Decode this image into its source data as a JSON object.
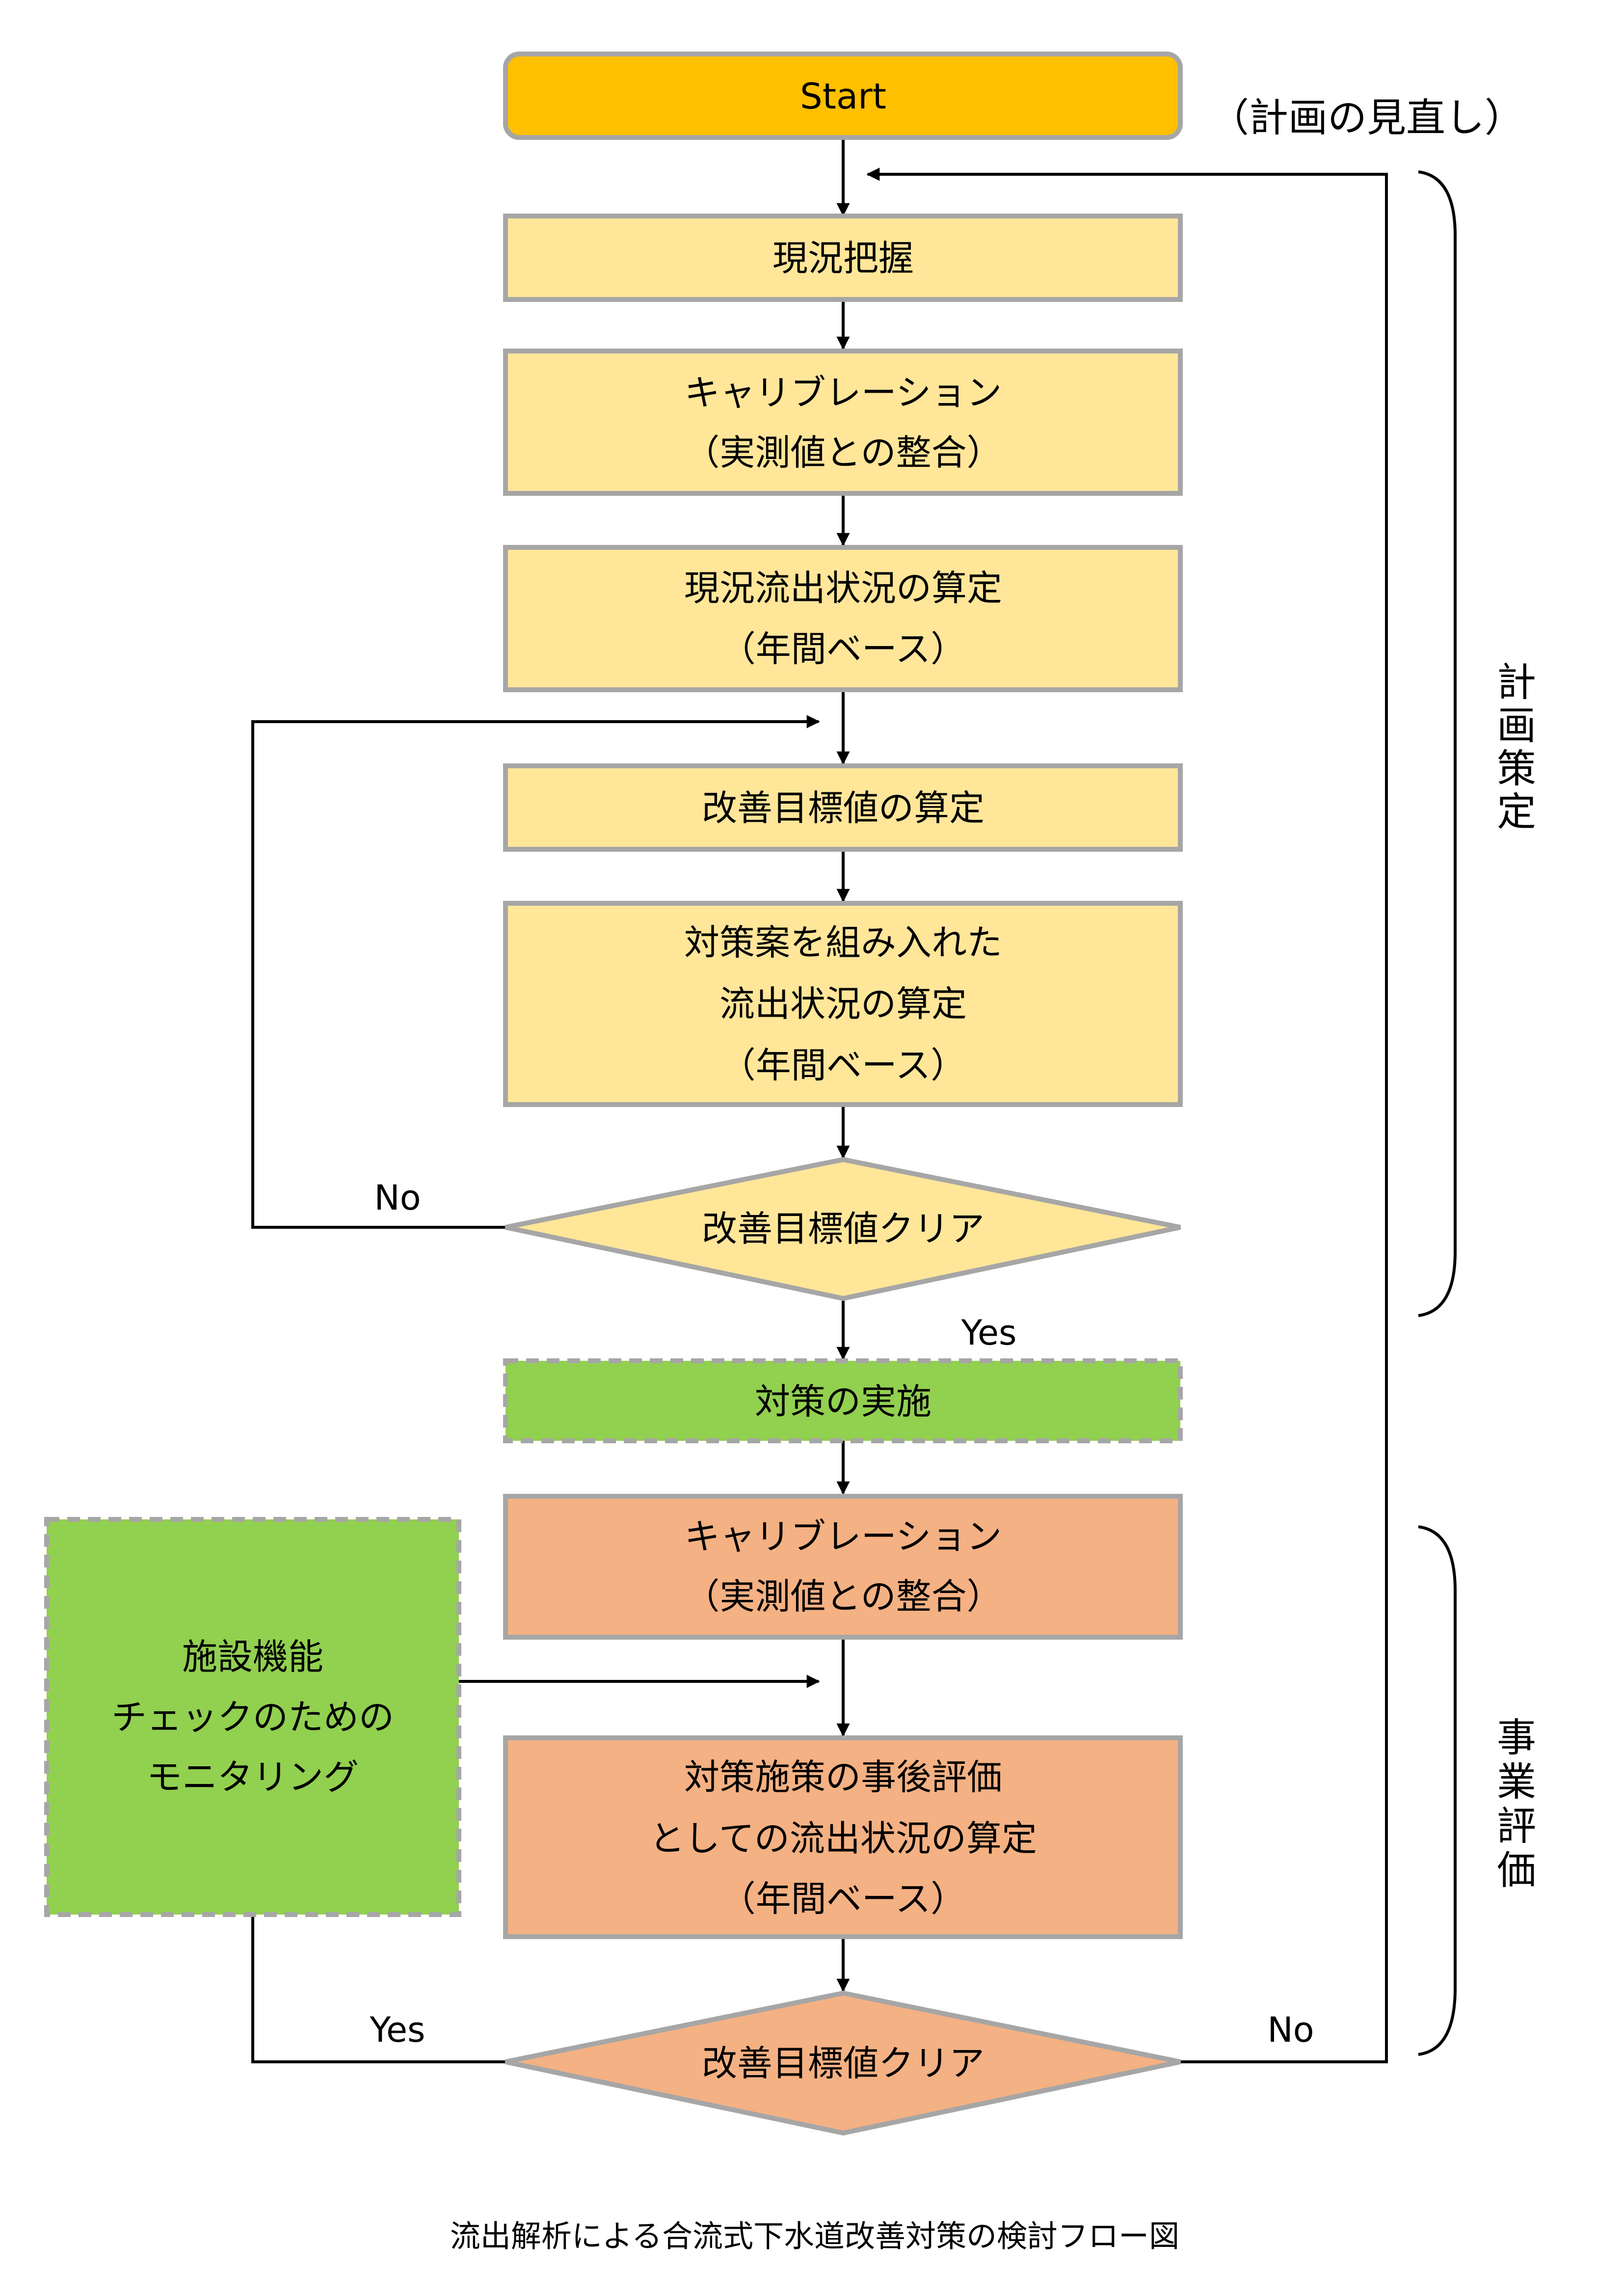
{
  "colors": {
    "start": "#ffc000",
    "plan": "#ffe699",
    "implement": "#92d050",
    "evaluate": "#f4b183",
    "border": "#a6a6a6"
  },
  "nodes": {
    "start": "Start",
    "survey": "現況把握",
    "calib1": [
      "キャリブレーション",
      "（実測値との整合）"
    ],
    "current_calc": [
      "現況流出状況の算定",
      "（年間ベース）"
    ],
    "target": "改善目標値の算定",
    "measure_calc": [
      "対策案を組み入れた",
      "流出状況の算定",
      "（年間ベース）"
    ],
    "check1": "改善目標値クリア",
    "implement": "対策の実施",
    "calib2": [
      "キャリブレーション",
      "（実測値との整合）"
    ],
    "monitoring": [
      "施設機能",
      "チェックのための",
      "モニタリング"
    ],
    "post_eval": [
      "対策施策の事後評価",
      "としての流出状況の算定",
      "（年間ベース）"
    ],
    "check2": "改善目標値クリア"
  },
  "branches": {
    "check1_no": "No",
    "check1_yes": "Yes",
    "check2_yes": "Yes",
    "check2_no": "No"
  },
  "annotations": {
    "review": "（計画の見直し）",
    "phase_plan": [
      "計",
      "画",
      "策",
      "定"
    ],
    "phase_eval": [
      "事",
      "業",
      "評",
      "価"
    ]
  },
  "caption": "流出解析による合流式下水道改善対策の検討フロー図"
}
